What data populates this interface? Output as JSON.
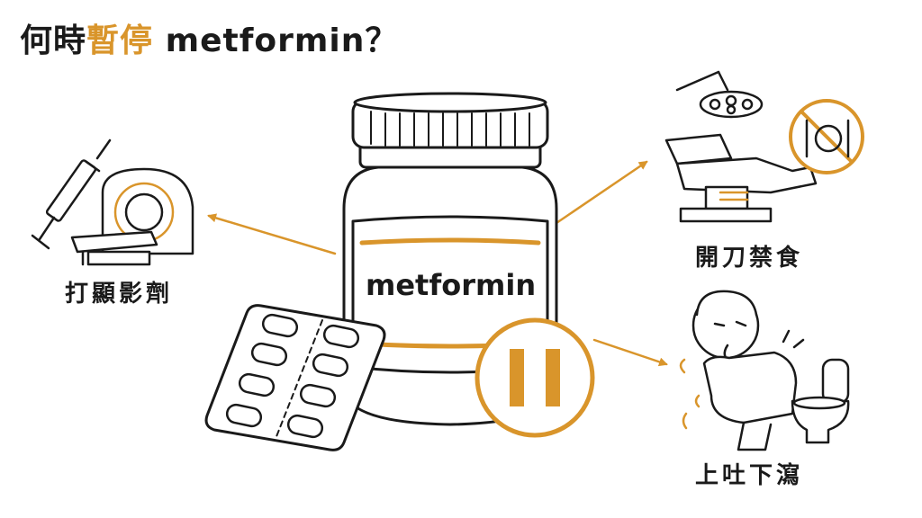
{
  "title": {
    "prefix": "何時",
    "highlight": "暫停",
    "suffix": " metformin？"
  },
  "bottle": {
    "label_text": "metformin"
  },
  "labels": {
    "contrast_scan": "打顯影劑",
    "surgery_fasting": "開刀禁食",
    "vomit_diarrhea": "上吐下瀉"
  },
  "colors": {
    "accent": "#d9952b",
    "ink": "#1a1a1a",
    "background": "#ffffff"
  },
  "icons": [
    "syringe-icon",
    "ct-scanner-icon",
    "surgical-lamp-icon",
    "operating-table-icon",
    "no-eating-icon",
    "pause-icon",
    "pill-blister-icon",
    "sick-person-icon",
    "toilet-icon"
  ]
}
